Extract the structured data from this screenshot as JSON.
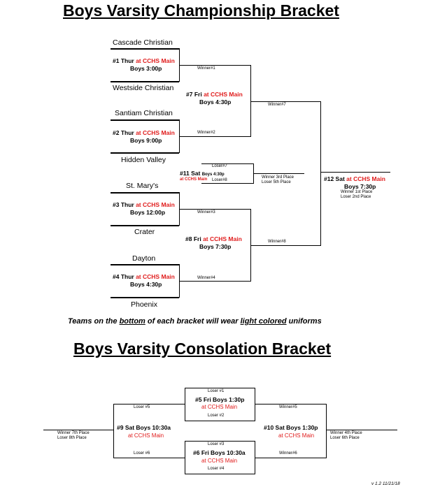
{
  "titles": {
    "championship": "Boys Varsity Championship Bracket",
    "consolation": "Boys Varsity Consolation Bracket"
  },
  "teams": {
    "t1": "Cascade Christian",
    "t2": "Westside Christian",
    "t3": "Santiam Christian",
    "t4": "Hidden Valley",
    "t5": "St. Mary's",
    "t6": "Crater",
    "t7": "Dayton",
    "t8": "Phoenix"
  },
  "games": {
    "g1": {
      "num": "#1 Thur",
      "loc": "at CCHS Main",
      "time": "Boys 3:00p"
    },
    "g2": {
      "num": "#2 Thur",
      "loc": "at CCHS Main",
      "time": "Boys 9:00p"
    },
    "g3": {
      "num": "#3 Thur",
      "loc": "at CCHS Main",
      "time": "Boys 12:00p"
    },
    "g4": {
      "num": "#4 Thur",
      "loc": "at CCHS Main",
      "time": "Boys 4:30p"
    },
    "g7": {
      "num": "#7 Fri",
      "loc": "at CCHS Main",
      "time": "Boys 4:30p"
    },
    "g8": {
      "num": "#8 Fri",
      "loc": "at CCHS Main",
      "time": "Boys 7:30p"
    },
    "g11": {
      "num": "#11 Sat",
      "time": "Boys 4:30p",
      "loc": "at CCHS Main"
    },
    "g12": {
      "num": "#12 Sat",
      "loc": "at CCHS Main",
      "time": "Boys 7:30p",
      "place1": "Winner 1st Place",
      "place2": "Loser 2nd Place"
    }
  },
  "labels": {
    "winner1": "Winner#1",
    "winner2": "Winner#2",
    "winner3": "Winner#3",
    "winner4": "Winner#4",
    "winner7": "Winner#7",
    "winner8": "Winner#8",
    "loser7": "Loser#7",
    "loser8": "Loser#8",
    "third": "Winner 3rd Place",
    "fifth": "Loser 5th Place"
  },
  "note": {
    "pre": "Teams on the",
    "bottom": "bottom",
    "mid": "of each bracket will wear",
    "light": "light colored",
    "post": "uniforms"
  },
  "consolation": {
    "g5": {
      "loser_a": "Loser #1",
      "num": "#5 Fri Boys 1:30p",
      "loc": "at CCHS Main",
      "loser_b": "Loser #2"
    },
    "g6": {
      "loser_a": "Loser #3",
      "num": "#6 Fri Boys 10:30a",
      "loc": "at CCHS Main",
      "loser_b": "Loser #4"
    },
    "g9": {
      "num": "#9 Sat Boys 10:30a",
      "loc": "at CCHS Main",
      "in_a": "Loser #5",
      "in_b": "Loser #6",
      "out1": "Winner 7th Place",
      "out2": "Loser 8th Place"
    },
    "g10": {
      "num": "#10 Sat Boys 1:30p",
      "loc": "at CCHS Main",
      "in_a": "Winner#5",
      "in_b": "Winner#6",
      "out1": "Winner 4th Place",
      "out2": "Loser 6th Place"
    }
  },
  "version": "v 1.2 11/21/18"
}
